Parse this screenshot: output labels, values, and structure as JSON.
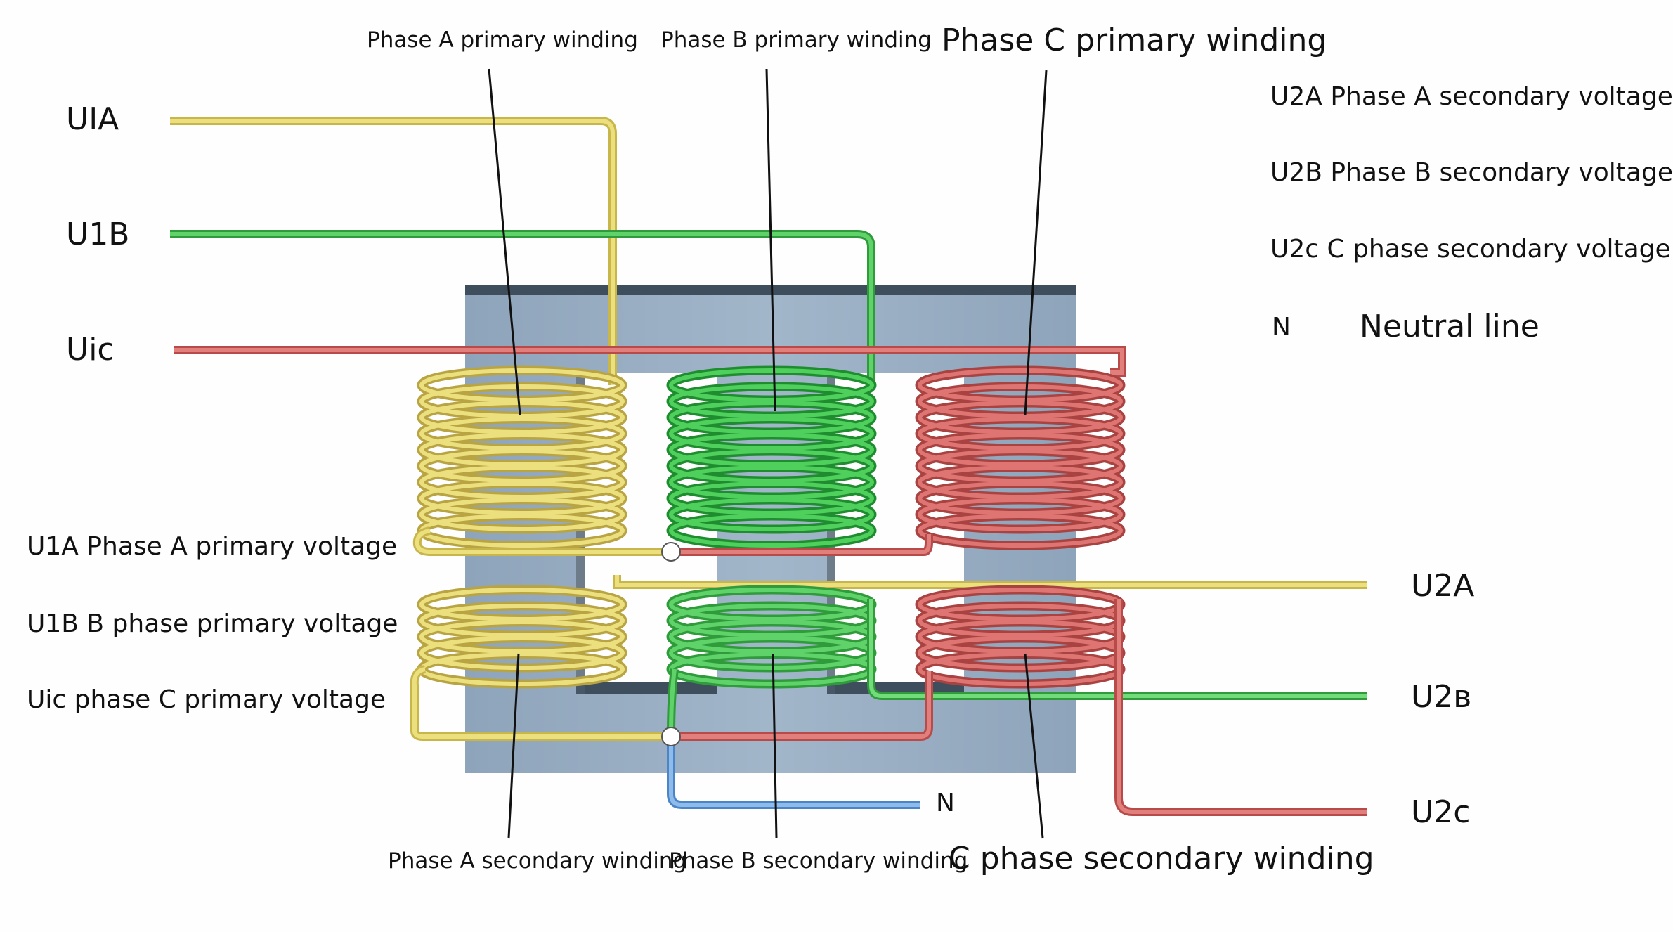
{
  "diagram": {
    "winding_labels": {
      "phase_a_primary": "Phase A primary winding",
      "phase_b_primary": "Phase B primary winding",
      "phase_c_primary": "Phase C primary winding",
      "phase_a_secondary": "Phase A secondary winding",
      "phase_b_secondary": "Phase B secondary winding",
      "phase_c_secondary": "C phase secondary winding"
    },
    "input_terminals": {
      "a": "UIA",
      "b": "U1B",
      "c": "Uic"
    },
    "output_terminals": {
      "a": "U2A",
      "b": "U2в",
      "c": "U2c",
      "neutral": "N"
    },
    "legend": {
      "u2a": "U2A Phase A secondary voltage",
      "u2b": "U2B Phase B secondary voltage",
      "u2c": "U2c C phase secondary voltage",
      "n_symbol": "N",
      "n_text": "Neutral line",
      "u1a": "U1A Phase A primary voltage",
      "u1b": "U1B B phase primary voltage",
      "u1c": "Uic phase C primary voltage"
    },
    "colors": {
      "phase_a": "#e6d466",
      "phase_b": "#4bc156",
      "phase_c": "#d9615f",
      "neutral": "#6ea3de",
      "core": "#93a9bf",
      "core_edge": "#3f4e5c"
    }
  }
}
